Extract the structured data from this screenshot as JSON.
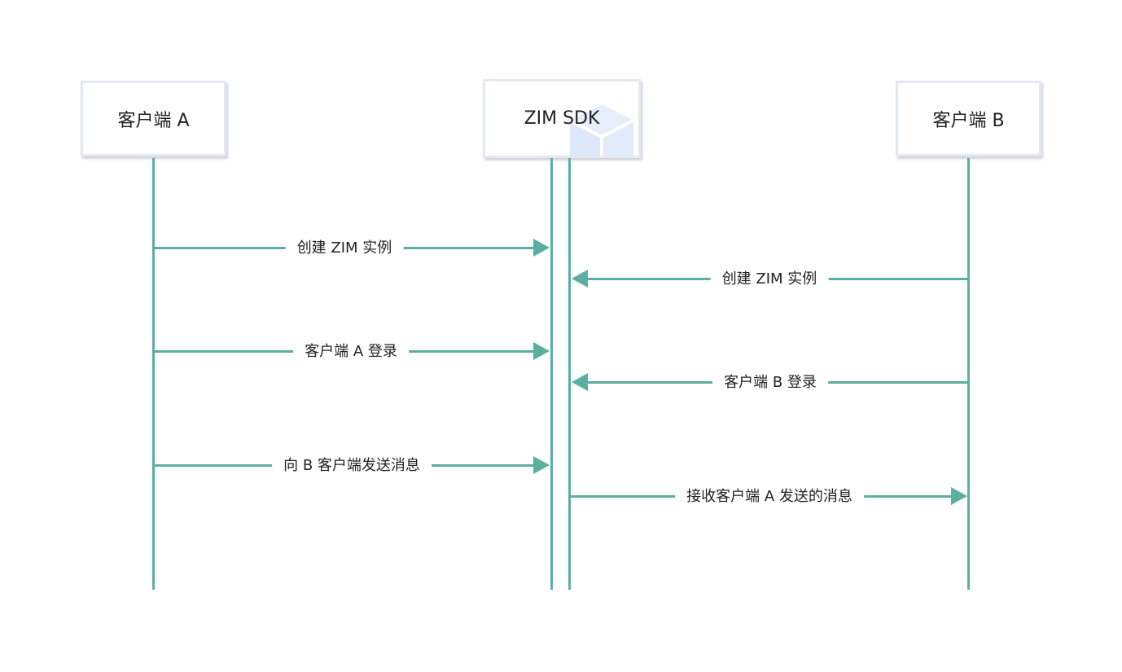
{
  "participants": {
    "client_a": "客户端 A",
    "sdk": "ZIM SDK",
    "client_b": "客户端 B"
  },
  "messages": [
    {
      "label": "创建 ZIM 实例",
      "from": "client_a",
      "to": "sdk"
    },
    {
      "label": "创建 ZIM 实例",
      "from": "client_b",
      "to": "sdk"
    },
    {
      "label": "客户端 A 登录",
      "from": "client_a",
      "to": "sdk"
    },
    {
      "label": "客户端 B 登录",
      "from": "client_b",
      "to": "sdk"
    },
    {
      "label": "向 B 客户端发送消息",
      "from": "client_a",
      "to": "sdk"
    },
    {
      "label": "接收客户端 A 发送的消息",
      "from": "sdk",
      "to": "client_b"
    }
  ],
  "colors": {
    "line": "#5bafa1",
    "box_border": "#e4e8f5",
    "text": "#222222"
  },
  "icons": {
    "sdk_watermark": "cube-icon"
  }
}
